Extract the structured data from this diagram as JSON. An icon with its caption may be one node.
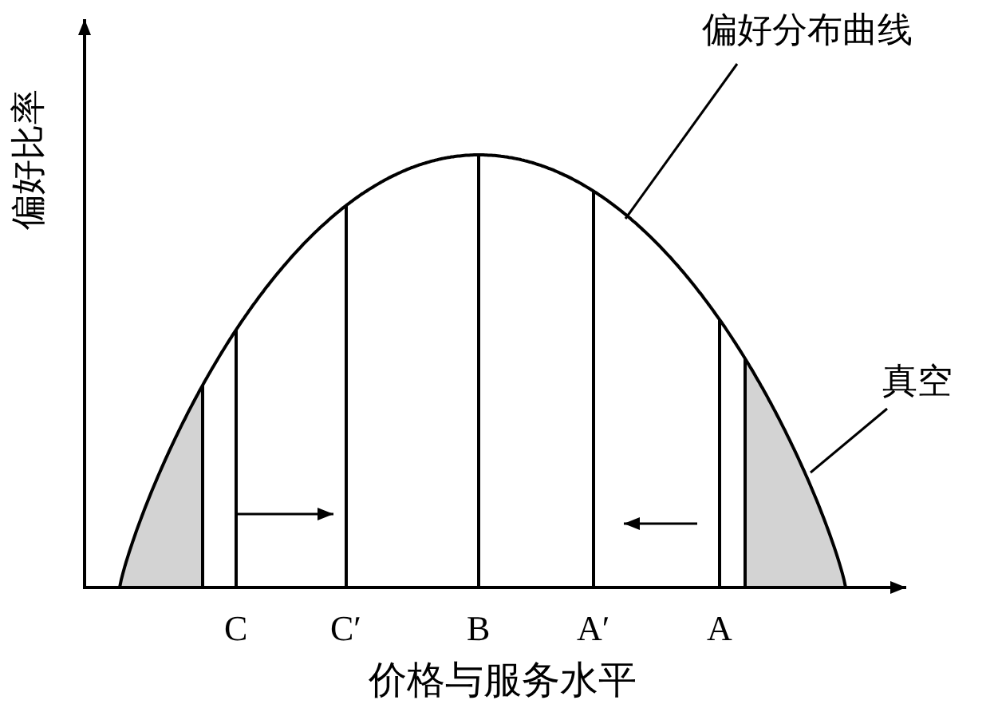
{
  "diagram": {
    "nodes": [
      {
        "text": [
          "偏好分布曲线"
        ]
      },
      {
        "text": [],
        "shape": "curve"
      },
      {
        "text": [
          "真空"
        ]
      },
      {
        "text": [],
        "shape": "area",
        "in": 1
      }
    ],
    "edges": [
      {
        "from": 0,
        "to": 1,
        "arrow": "none"
      },
      {
        "from": 2,
        "to": 3,
        "arrow": "none"
      }
    ],
    "labels": [
      "偏好比率",
      "C",
      "C′",
      "B",
      "A′",
      "A",
      "价格与服务水平"
    ]
  }
}
